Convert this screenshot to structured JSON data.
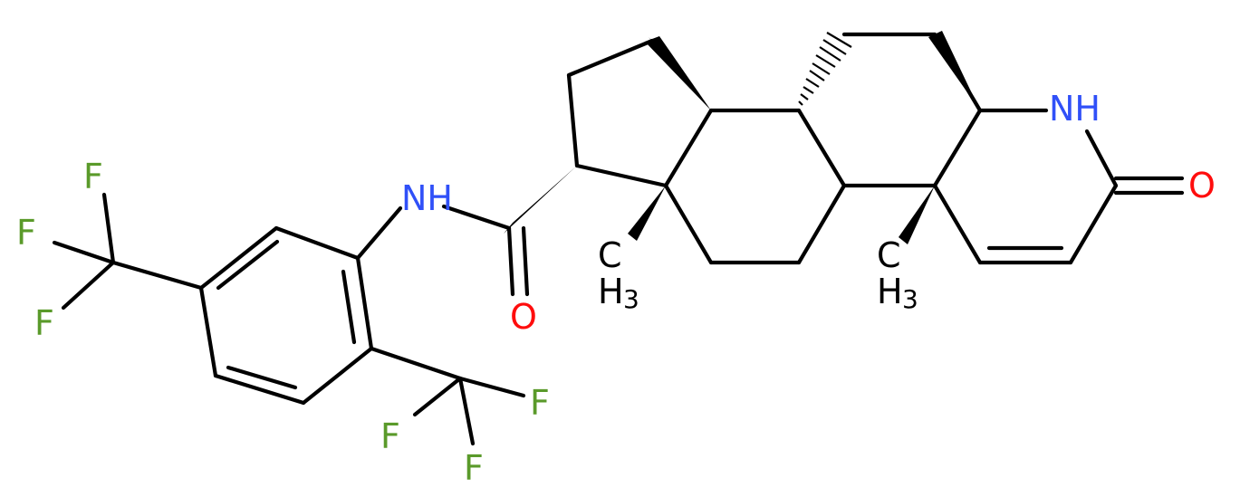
{
  "molecule": {
    "labels": {
      "F1": "F",
      "F2": "F",
      "F3": "F",
      "F4": "F",
      "F5": "F",
      "F6": "F",
      "nh_amide": "NH",
      "o_amide": "O",
      "nh_lactam": "NH",
      "o_lactam": "O",
      "ch3_13_c": "C",
      "ch3_13_h": "H",
      "ch3_13_n": "3",
      "ch3_10_c": "C",
      "ch3_10_h": "H",
      "ch3_10_n": "3"
    },
    "colors": {
      "bond": "#000000",
      "fluorine": "#5a9a2a",
      "nitrogen": "#3050f8",
      "oxygen": "#ff0d0d",
      "carbon": "#000000"
    }
  }
}
